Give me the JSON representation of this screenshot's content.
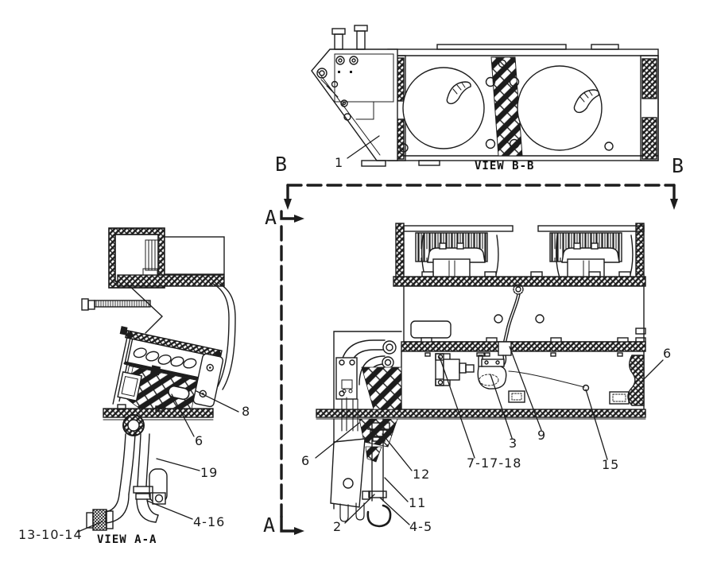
{
  "drawing": {
    "type": "exploded-parts-line-drawing",
    "views": {
      "view_bb_caption": "VIEW B-B",
      "view_aa_caption": "VIEW A-A"
    },
    "section_markers": {
      "b_left": "B",
      "b_right": "B",
      "a_top": "A",
      "a_bottom": "A"
    },
    "callouts": {
      "c1": "1",
      "c2": "2",
      "c3": "3",
      "c4_5": "4-5",
      "c4_16": "4-16",
      "c6_view_aa": "6",
      "c6_lower_left": "6",
      "c6_right": "6",
      "c7_17_18": "7-17-18",
      "c8": "8",
      "c9": "9",
      "c11": "11",
      "c12": "12",
      "c13_10_14": "13-10-14",
      "c15": "15",
      "c19": "19"
    },
    "colors": {
      "line": "#1c1c1c",
      "background": "#ffffff"
    }
  }
}
